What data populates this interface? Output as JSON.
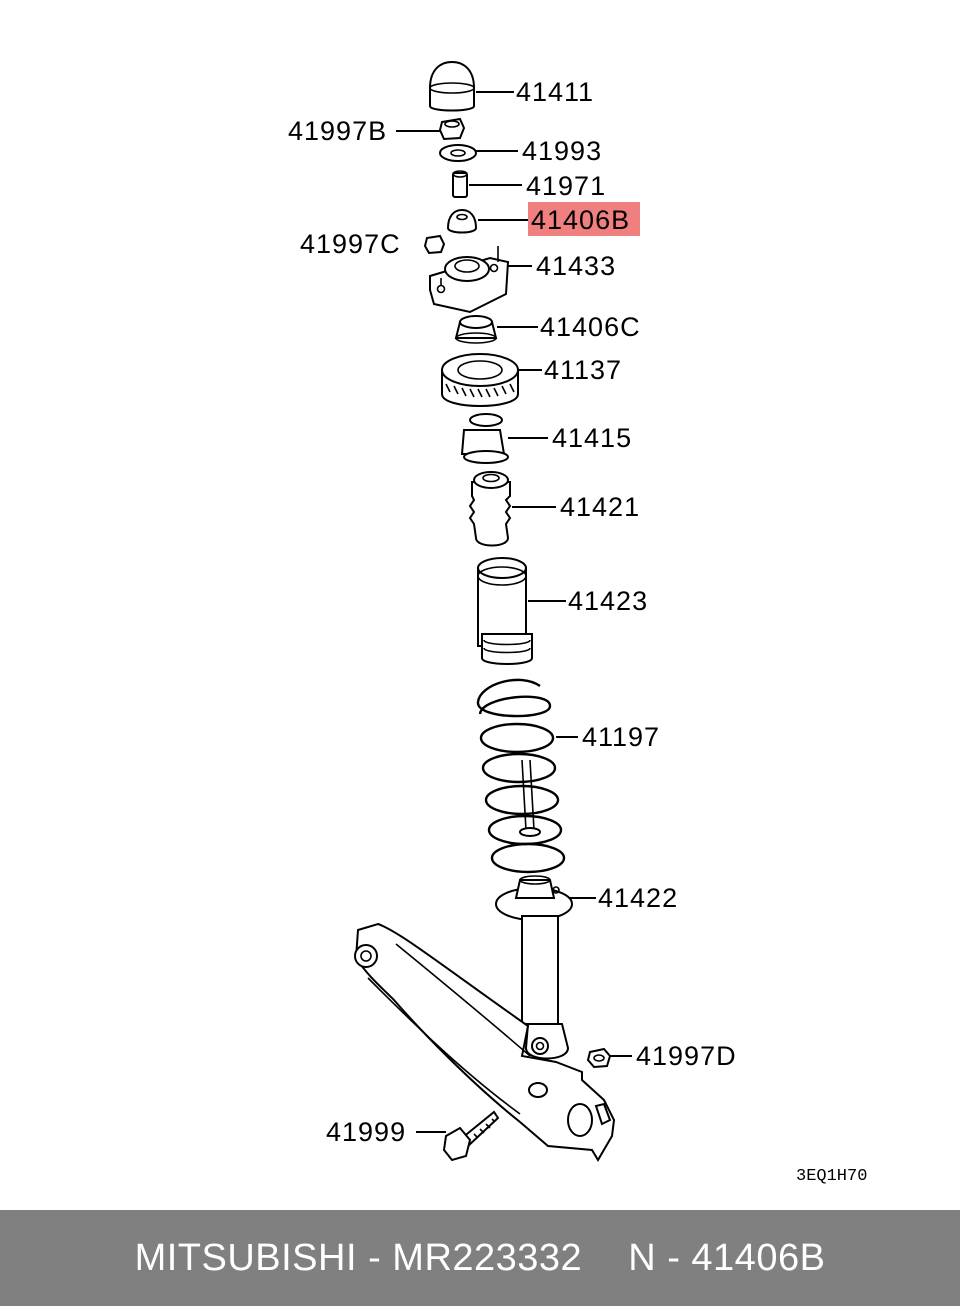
{
  "diagram": {
    "highlight_color": "#f08080",
    "code": "3EQ1H70",
    "callouts": [
      {
        "id": "41411"
      },
      {
        "id": "41997B"
      },
      {
        "id": "41993"
      },
      {
        "id": "41971"
      },
      {
        "id": "41406B",
        "highlighted": true
      },
      {
        "id": "41997C"
      },
      {
        "id": "41433"
      },
      {
        "id": "41406C"
      },
      {
        "id": "41137"
      },
      {
        "id": "41415"
      },
      {
        "id": "41421"
      },
      {
        "id": "41423"
      },
      {
        "id": "41197"
      },
      {
        "id": "41422"
      },
      {
        "id": "41997D"
      },
      {
        "id": "41999"
      }
    ]
  },
  "footer": {
    "part_label": "MITSUBISHI - MR223332",
    "ref_label": "N - 41406B",
    "background": "#808080"
  }
}
